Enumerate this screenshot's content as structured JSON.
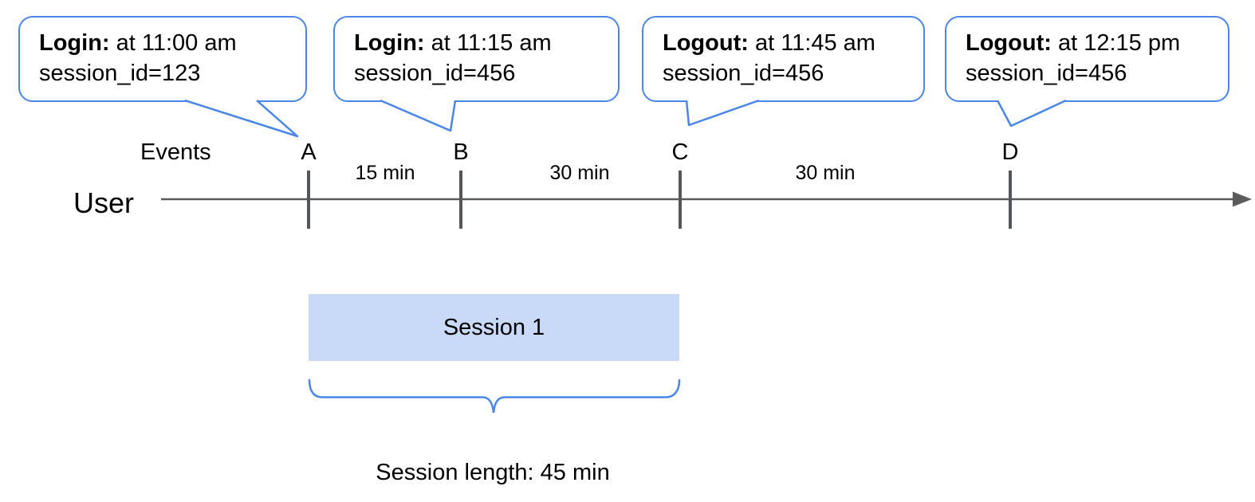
{
  "colors": {
    "accent_blue": "#4a86e8",
    "session_fill": "#c9daf8",
    "axis_gray": "#5b5b5b"
  },
  "callouts": [
    {
      "event": "A",
      "action": "Login:",
      "time": " at 11:00 am",
      "session": "session_id=123"
    },
    {
      "event": "B",
      "action": "Login:",
      "time": " at 11:15 am",
      "session": "session_id=456"
    },
    {
      "event": "C",
      "action": "Logout:",
      "time": " at 11:45 am",
      "session": "session_id=456"
    },
    {
      "event": "D",
      "action": "Logout:",
      "time": " at 12:15 pm",
      "session": "session_id=456"
    }
  ],
  "timeline": {
    "events_label": "Events",
    "axis_label": "User",
    "markers": [
      "A",
      "B",
      "C",
      "D"
    ],
    "intervals": [
      "15 min",
      "30 min",
      "30 min"
    ]
  },
  "session": {
    "box_label": "Session 1",
    "length_label": "Session length: 45 min"
  }
}
